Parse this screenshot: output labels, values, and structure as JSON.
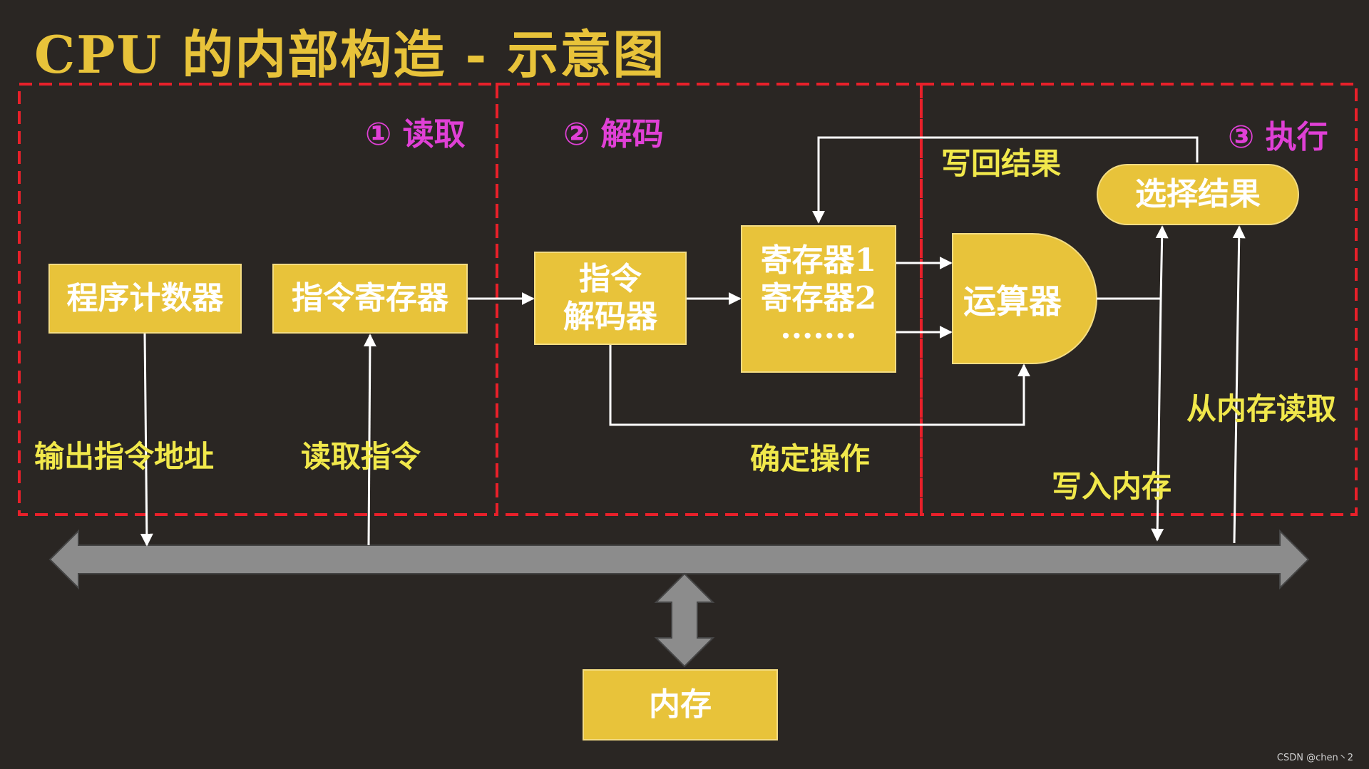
{
  "title": "CPU 的内部构造 - 示意图",
  "stages": {
    "read": "① 读取",
    "decode": "② 解码",
    "execute": "③ 执行"
  },
  "components": {
    "program_counter": "程序计数器",
    "instruction_register": "指令寄存器",
    "decoder_line1": "指令",
    "decoder_line2": "解码器",
    "register_line1": "寄存器1",
    "register_line2": "寄存器2",
    "register_line3": "·······",
    "alu": "运算器",
    "select_result": "选择结果",
    "memory": "内存"
  },
  "labels": {
    "output_address": "输出指令地址",
    "read_instruction": "读取指令",
    "determine_operation": "确定操作",
    "write_back": "写回结果",
    "write_memory": "写入内存",
    "read_memory": "从内存读取"
  },
  "watermark": "CSDN @chen丶2",
  "colors": {
    "background": "#2a2623",
    "box": "#e8c33a",
    "stage_text": "#e040d6",
    "label_text": "#f1e84b",
    "dashed_border": "#e8202a",
    "bus": "#8c8c8c"
  },
  "icons": [
    "arrow-icon",
    "bus-double-arrow-icon"
  ]
}
